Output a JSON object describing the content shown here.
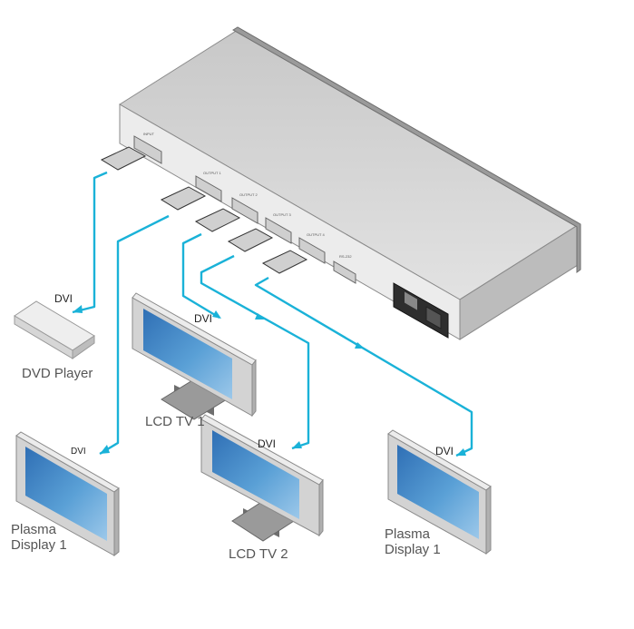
{
  "router": {
    "input_label": "INPUT",
    "output_labels": [
      "OUTPUT 1",
      "OUTPUT 2",
      "OUTPUT 3",
      "OUTPUT 4"
    ],
    "remote_label": "RS-232",
    "body_color": "#e6e6e6",
    "top_color": "#d4d4d4"
  },
  "devices": {
    "dvd_player": {
      "label": "DVD Player",
      "cable_label": "DVI"
    },
    "lcd_tv_1": {
      "label": "LCD TV 1",
      "cable_label": "DVI"
    },
    "lcd_tv_2": {
      "label": "LCD TV 2",
      "cable_label": "DVI"
    },
    "plasma_left": {
      "label_line1": "Plasma",
      "label_line2": "Display 1",
      "cable_label": "DVI"
    },
    "plasma_right": {
      "label_line1": "Plasma",
      "label_line2": "Display 1",
      "cable_label": "DVI"
    }
  },
  "colors": {
    "cable": "#1ab2d8",
    "screen": "#4f8fc9",
    "frame": "#d7d7d7"
  }
}
